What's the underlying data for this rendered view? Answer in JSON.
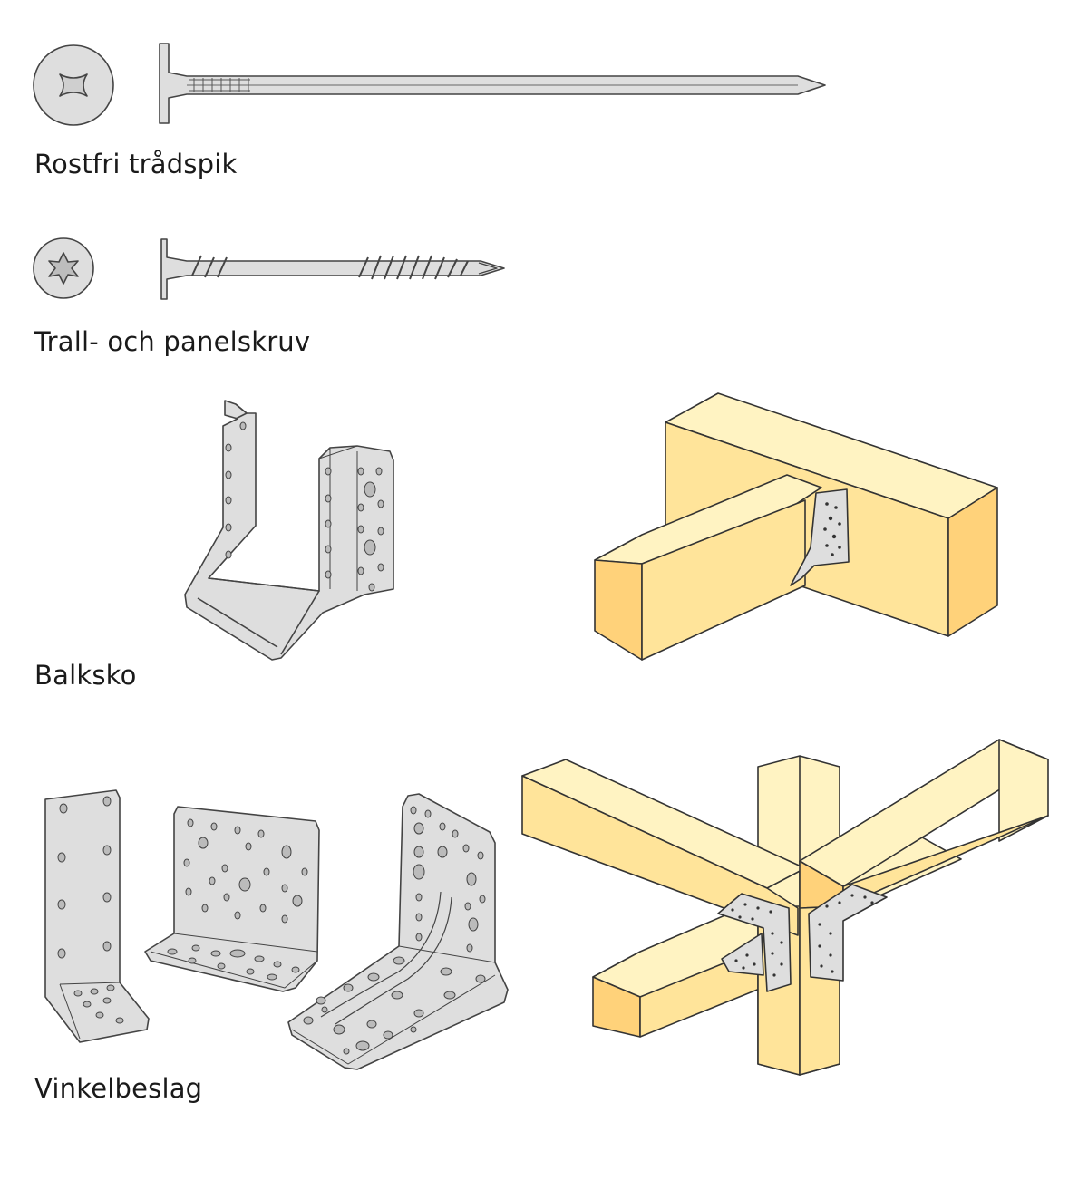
{
  "items": [
    {
      "label": "Rostfri trådspik",
      "icon": "nail-icon"
    },
    {
      "label": "Trall- och panelskruv",
      "icon": "torx-screw-icon"
    },
    {
      "label": "Balksko",
      "icon": "joist-hanger-icon"
    },
    {
      "label": "Vinkelbeslag",
      "icon": "angle-bracket-icon"
    }
  ],
  "colors": {
    "metal": "#dedede",
    "metal_stroke": "#4a4a4a",
    "wood_top": "#fff3c2",
    "wood_front": "#ffe49a",
    "wood_side": "#ffd27a",
    "line": "#333333"
  }
}
